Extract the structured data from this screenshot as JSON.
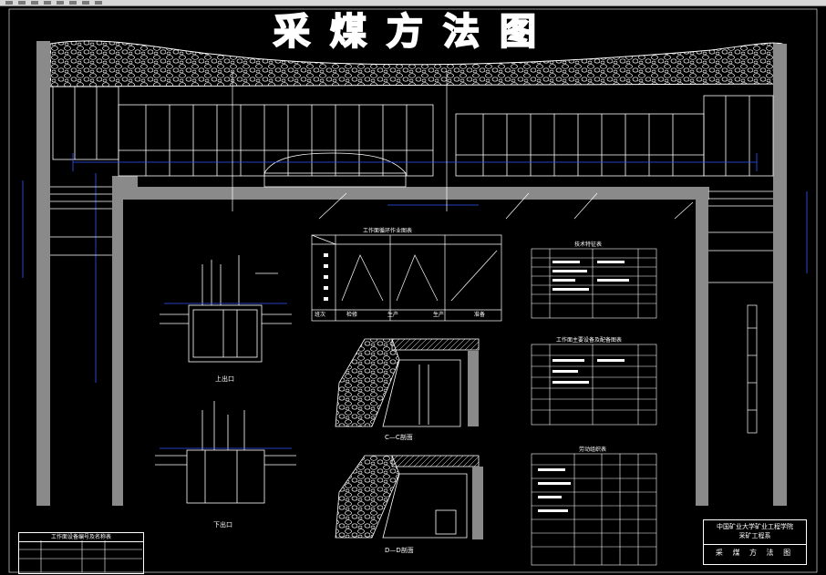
{
  "drawing": {
    "title": "采煤方法图",
    "table_titles": {
      "work_cycle": "工作面循环作业图表",
      "tech_specs": "技术特征表",
      "equipment": "工作面主要设备及配备图表",
      "labor": "劳动组织表",
      "legend": "工作面设备编号及名称表"
    },
    "section_labels": {
      "upper_end": "上出口",
      "lower_end": "下出口",
      "section_c": "C—C剖面",
      "section_d": "D—D剖面"
    },
    "cycle_chart_footer": [
      "班次",
      "检修",
      "生产",
      "生产",
      "准备"
    ],
    "title_block": {
      "org": "中国矿业大学矿业工程学院",
      "dept": "采矿工程系",
      "name": "采 煤 方 法 图"
    }
  },
  "colors": {
    "background": "#000000",
    "line": "#ffffff",
    "wall": "#8a8a8a",
    "dim": "#3355ff"
  }
}
